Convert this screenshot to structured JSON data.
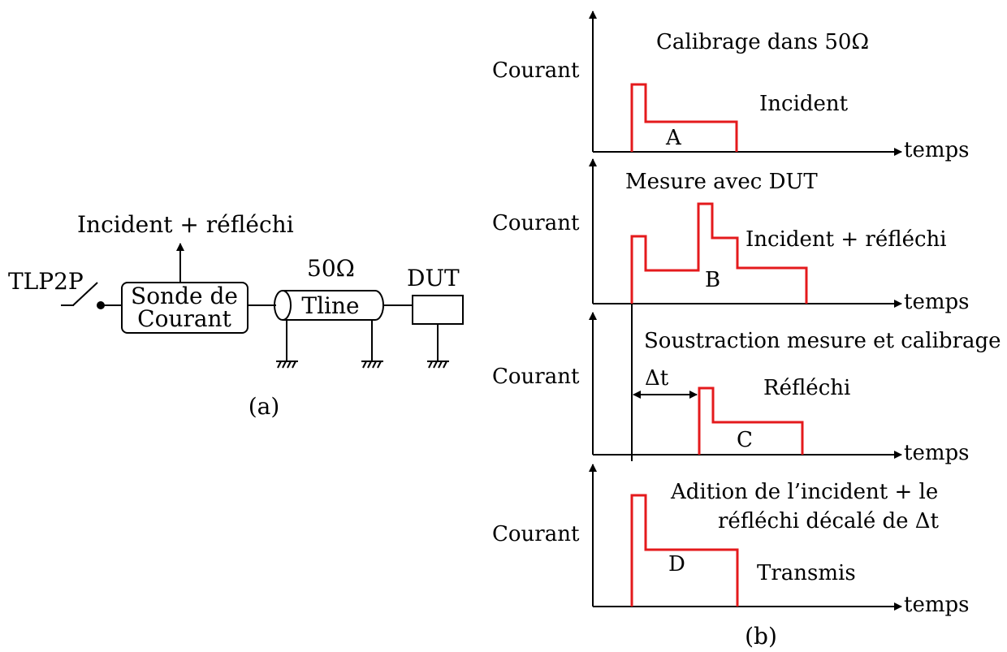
{
  "circuit": {
    "source_label": "TLP2P",
    "probe_line1": "Sonde de",
    "probe_line2": "Courant",
    "output_label": "Incident + réfléchi",
    "tline_top_label": "50Ω",
    "tline_label": "Tline",
    "dut_label": "DUT",
    "caption": "(a)"
  },
  "waveforms": {
    "caption": "(b)",
    "panels": [
      {
        "ylabel": "Courant",
        "xlabel": "temps",
        "title": "Calibrage dans 50Ω",
        "title2": "",
        "signal": "Incident",
        "letter": "A"
      },
      {
        "ylabel": "Courant",
        "xlabel": "temps",
        "title": "Mesure avec DUT",
        "title2": "",
        "signal": "Incident + réfléchi",
        "letter": "B"
      },
      {
        "ylabel": "Courant",
        "xlabel": "temps",
        "title": "Soustraction mesure et calibrage",
        "title2": "",
        "signal": "Réfléchi",
        "letter": "C",
        "delta": "Δt"
      },
      {
        "ylabel": "Courant",
        "xlabel": "temps",
        "title": "Adition de l’incident + le",
        "title2": "réfléchi décalé de Δt",
        "signal": "Transmis",
        "letter": "D"
      }
    ]
  },
  "colors": {
    "pulse": "#e41a1c",
    "ink": "#000000"
  }
}
